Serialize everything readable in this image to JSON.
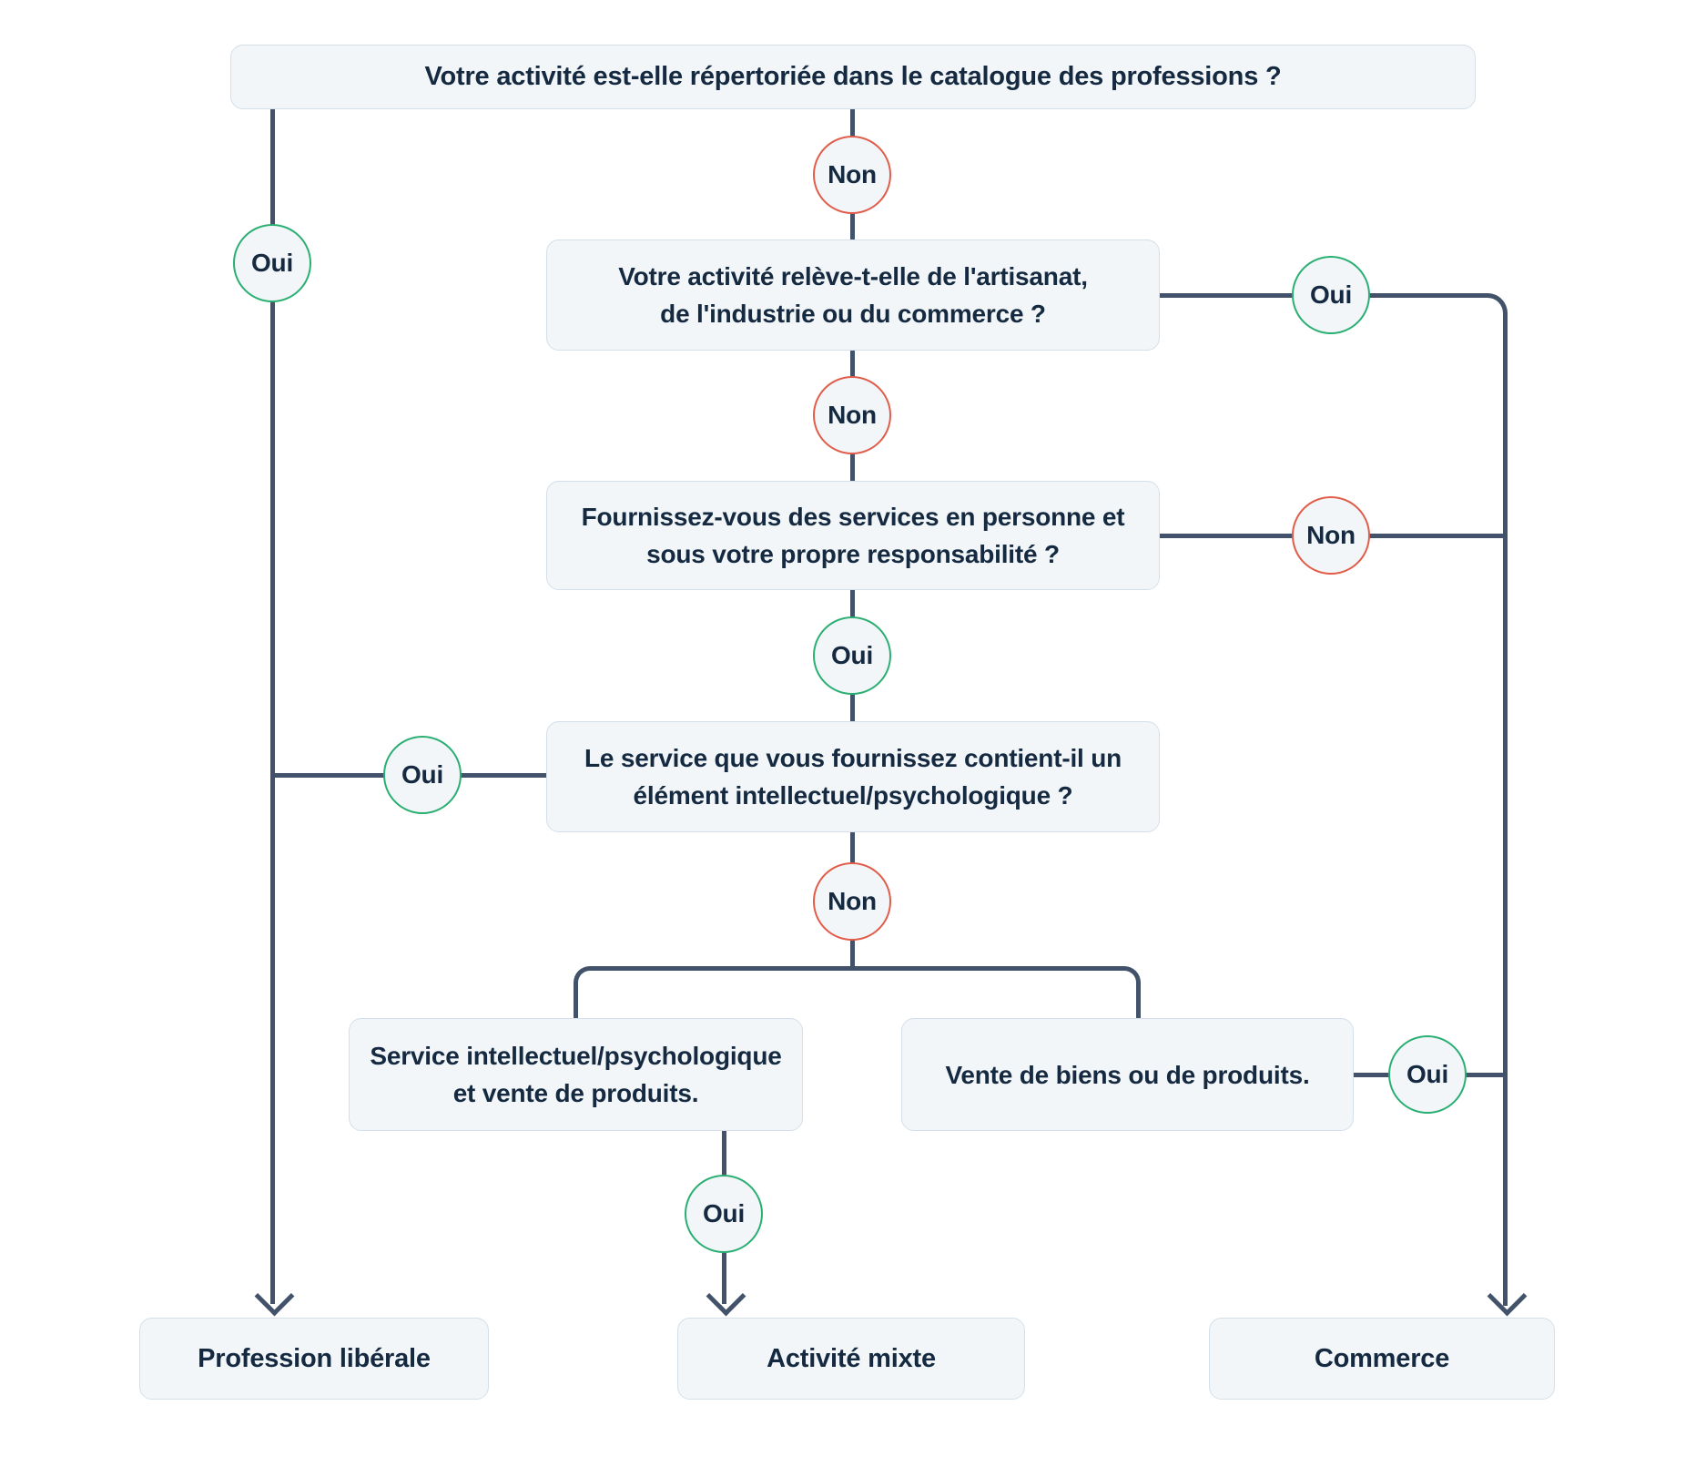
{
  "colors": {
    "connector": "#41526a",
    "box_background": "#f2f6f9",
    "box_border": "#d5dfe9",
    "text": "#152a40",
    "yes_circle_border": "#2aaf72",
    "no_circle_border": "#e15c49"
  },
  "flowchart": {
    "labels": {
      "yes": "Oui",
      "no": "Non"
    },
    "questions": {
      "q1": {
        "text": "Votre activité est-elle répertoriée dans le catalogue des professions ?"
      },
      "q2": {
        "line1": "Votre activité relève-t-elle de l'artisanat,",
        "line2": "de l'industrie ou du commerce ?"
      },
      "q3": {
        "line1": "Fournissez-vous des services en personne et",
        "line2": "sous votre propre responsabilité ?"
      },
      "q4": {
        "line1": "Le service que vous fournissez contient-il un",
        "line2": "élément intellectuel/psychologique ?"
      },
      "q5": {
        "line1": "Service intellectuel/psychologique",
        "line2": "et vente de produits."
      },
      "q6": {
        "text": "Vente de biens ou de produits."
      }
    },
    "outcomes": {
      "liberale": "Profession libérale",
      "mixte": "Activité mixte",
      "commerce": "Commerce"
    }
  }
}
